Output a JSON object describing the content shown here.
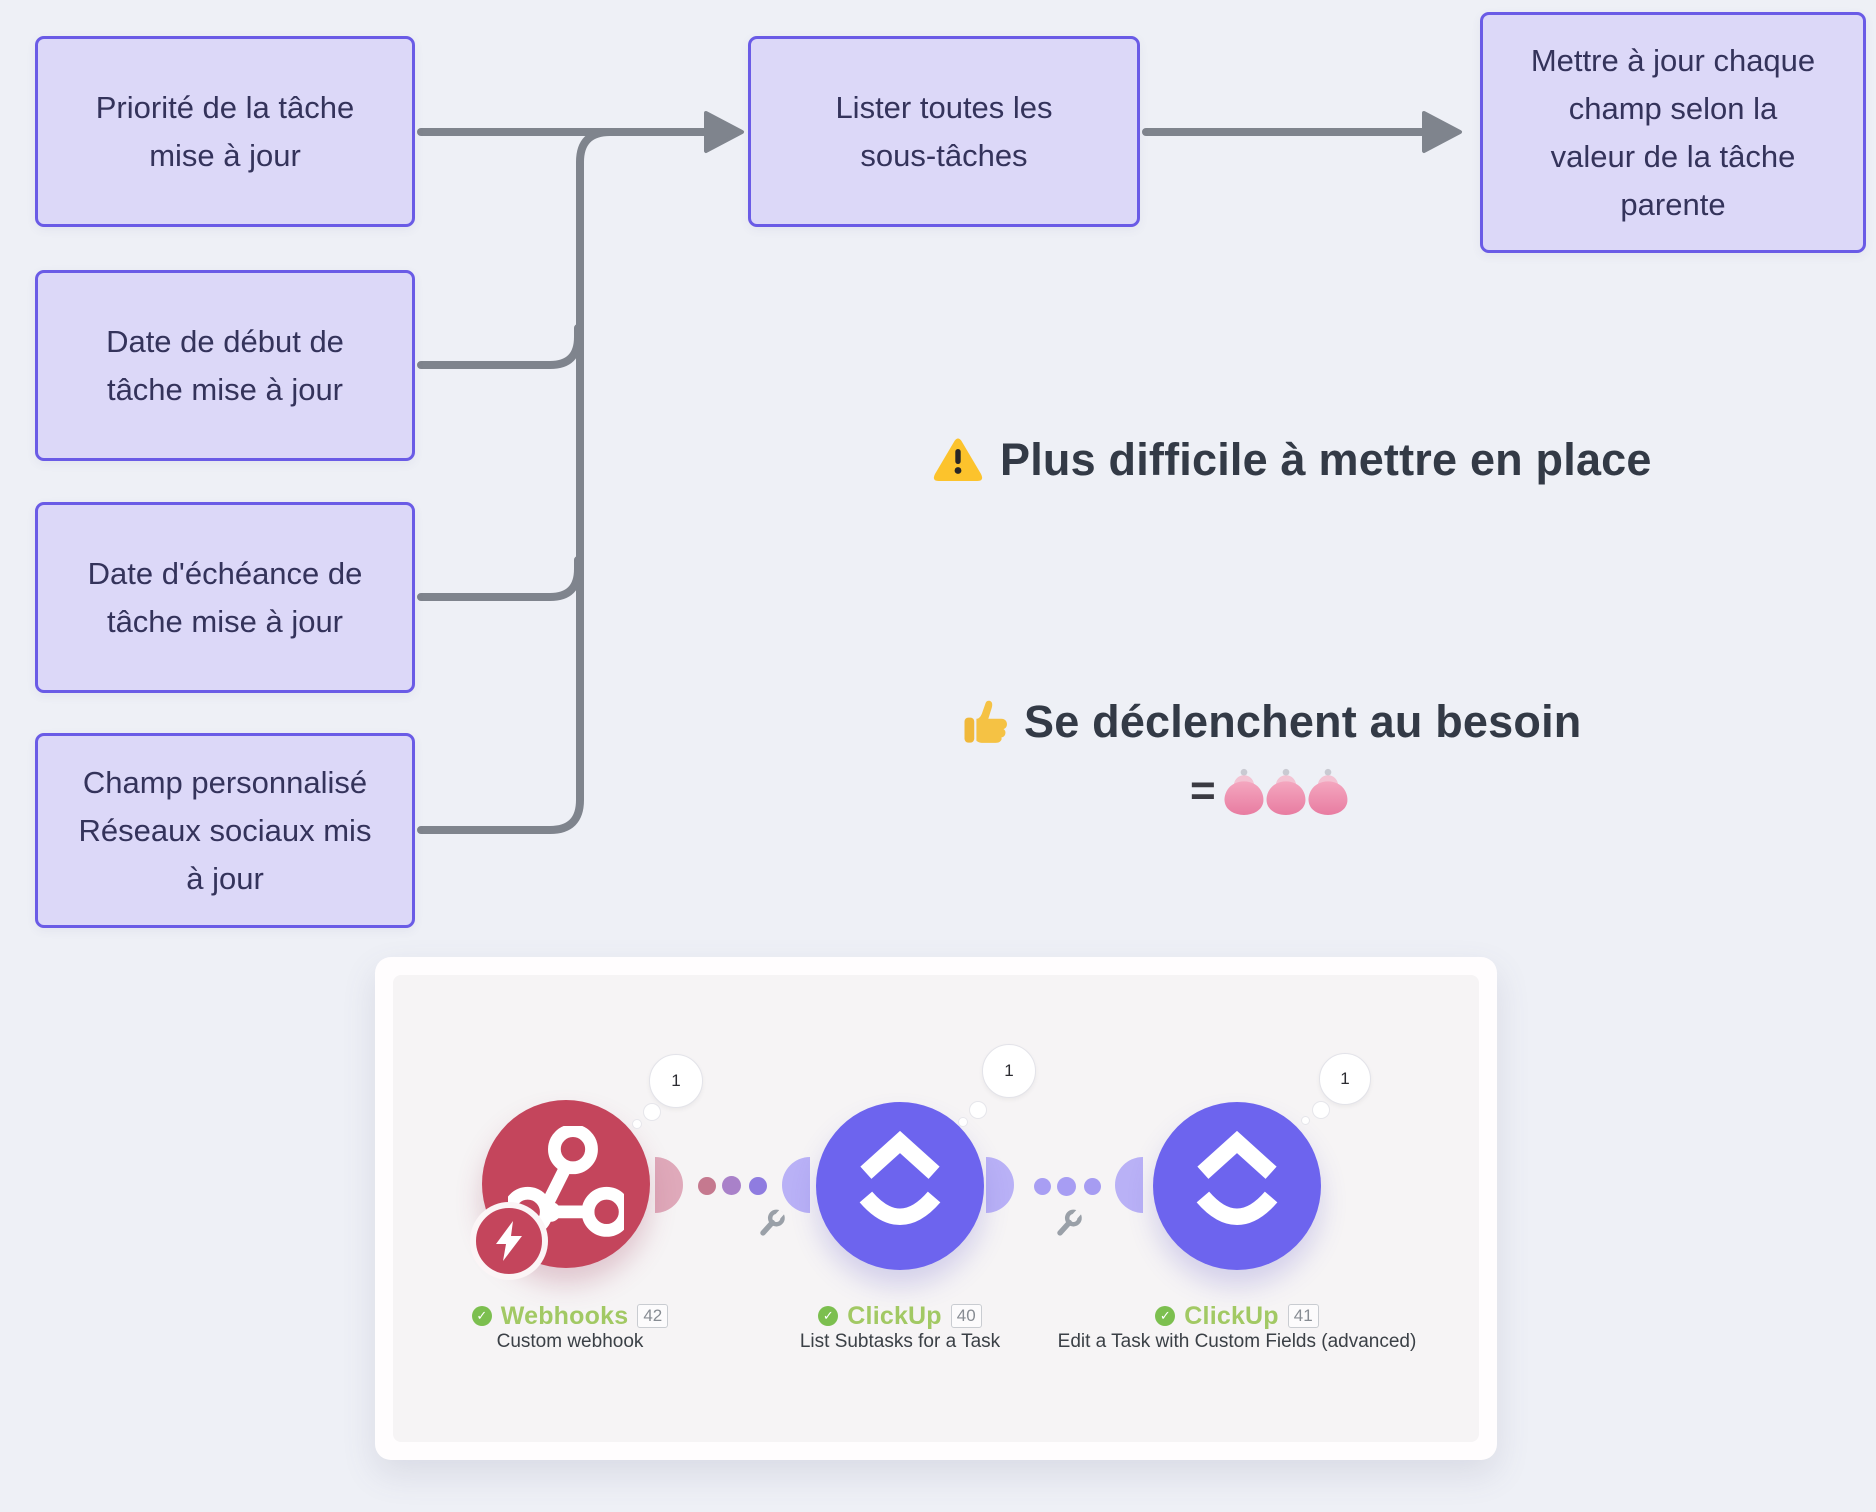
{
  "page": {
    "background_color": "#eef0f6",
    "type": "automation-flow-diagram"
  },
  "flowchart": {
    "box_fill": "#dcd8f8",
    "box_border": "#6a5be6",
    "text_color": "#34335b",
    "connector_color": "#7f848d",
    "boxes": [
      {
        "id": "priority",
        "lines": [
          "Priorité de la tâche",
          "mise à jour"
        ]
      },
      {
        "id": "start-date",
        "lines": [
          "Date de début de",
          "tâche mise à jour"
        ]
      },
      {
        "id": "due-date",
        "lines": [
          "Date d'échéance de",
          "tâche mise à jour"
        ]
      },
      {
        "id": "custom-field",
        "lines": [
          "Champ personnalisé",
          "Réseaux sociaux mis",
          "à jour"
        ]
      },
      {
        "id": "list-subtasks",
        "lines": [
          "Lister toutes les",
          "sous-tâches"
        ]
      },
      {
        "id": "update-fields",
        "lines": [
          "Mettre à jour chaque",
          "champ selon la",
          "valeur de la tâche",
          "parente"
        ]
      }
    ]
  },
  "annotations": {
    "warning": {
      "icon": "warning-triangle-icon",
      "icon_color": "#fcc32c",
      "text": "Plus difficile à mettre en place"
    },
    "benefit": {
      "icon": "thumbs-up-icon",
      "icon_color": "#f5c244",
      "text": "Se déclenchent au besoin"
    },
    "equals": {
      "text": "=",
      "icon": "purse-icon",
      "icon_color": "#ee8fae",
      "count": 3
    }
  },
  "scenario": {
    "label_color": "#a2c964",
    "modules": [
      {
        "app": "Webhooks",
        "number": "42",
        "description": "Custom webhook",
        "badge": "1",
        "color": "#c4455c",
        "icon": "webhook-icon",
        "sub_icon": "lightning-bolt-icon"
      },
      {
        "app": "ClickUp",
        "number": "40",
        "description": "List Subtasks for a Task",
        "badge": "1",
        "color": "#6d64ee",
        "icon": "clickup-icon"
      },
      {
        "app": "ClickUp",
        "number": "41",
        "description": "Edit a Task with Custom Fields (advanced)",
        "badge": "1",
        "color": "#6d64ee",
        "icon": "clickup-icon"
      }
    ]
  }
}
